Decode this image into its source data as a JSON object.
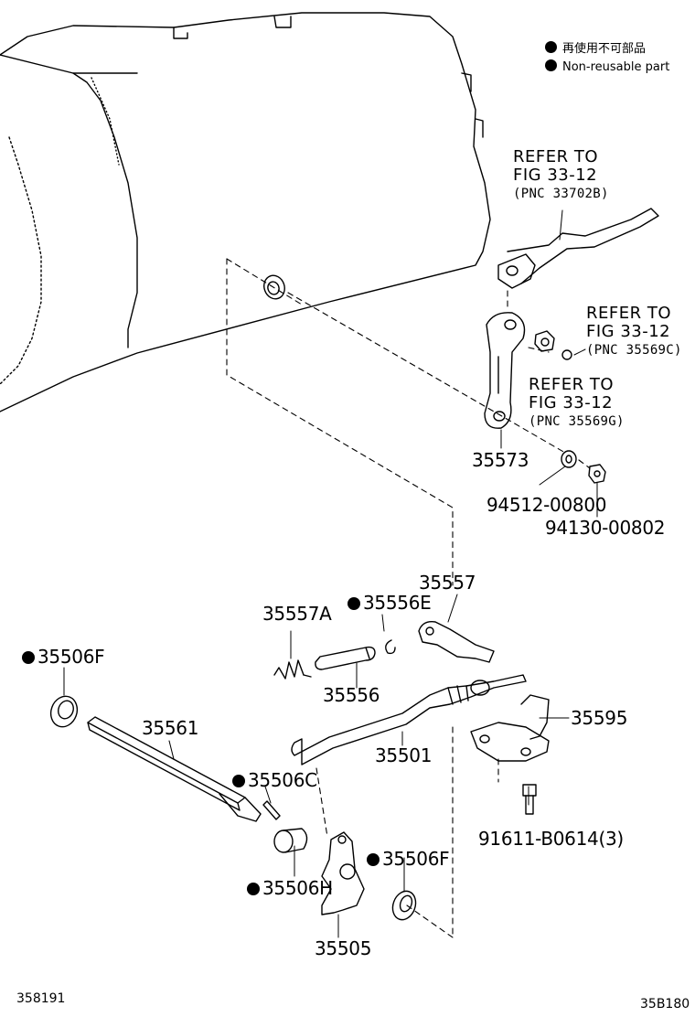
{
  "legend": {
    "line1": "再使用不可部品",
    "line2": "Non-reusable part"
  },
  "references": [
    {
      "line1": "REFER TO",
      "line2": "FIG 33-12",
      "pnc": "(PNC 33702B)"
    },
    {
      "line1": "REFER TO",
      "line2": "FIG 33-12",
      "pnc": "(PNC 35569C)"
    },
    {
      "line1": "REFER TO",
      "line2": "FIG 33-12",
      "pnc": "(PNC 35569G)"
    }
  ],
  "parts": {
    "p35573": "35573",
    "p94512": "94512-00800",
    "p94130": "94130-00802",
    "p35557": "35557",
    "p35557A": "35557A",
    "p35556E": "35556E",
    "p35556": "35556",
    "p35506F_left": "35506F",
    "p35561": "35561",
    "p35501": "35501",
    "p35595": "35595",
    "p35506C": "35506C",
    "p91611": "91611-B0614(3)",
    "p35506F_right": "35506F",
    "p35506H": "35506H",
    "p35505": "35505"
  },
  "footer": {
    "left_code": "358191",
    "right_code": "35B180"
  },
  "icons": [
    "non-reusable-dot-icon"
  ]
}
